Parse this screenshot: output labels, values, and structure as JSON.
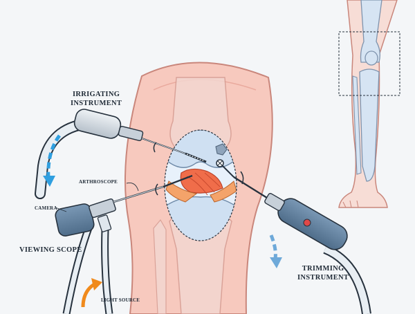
{
  "labels": {
    "irrigating_line1": "IRRIGATING",
    "irrigating_line2": "INSTRUMENT",
    "arthroscope": "ARTHROSCOPE",
    "camera": "CAMERA",
    "viewing_scope": "VIEWING SCOPE",
    "trimming_line1": "TRIMMING",
    "trimming_line2": "INSTRUMENT",
    "light_source": "LIGHT SOURCE"
  },
  "colors": {
    "skin": "#f7c9be",
    "skin_outline": "#c9867b",
    "bone": "#dfe9f6",
    "bone_outline": "#7e93ad",
    "device_gray": "#cfd6dd",
    "handle_blue": "#5e7c9a",
    "blue_arrow": "#2f9fe0",
    "orange_arrow": "#f08a1c",
    "red_button": "#e04848",
    "outline": "#26313d"
  }
}
